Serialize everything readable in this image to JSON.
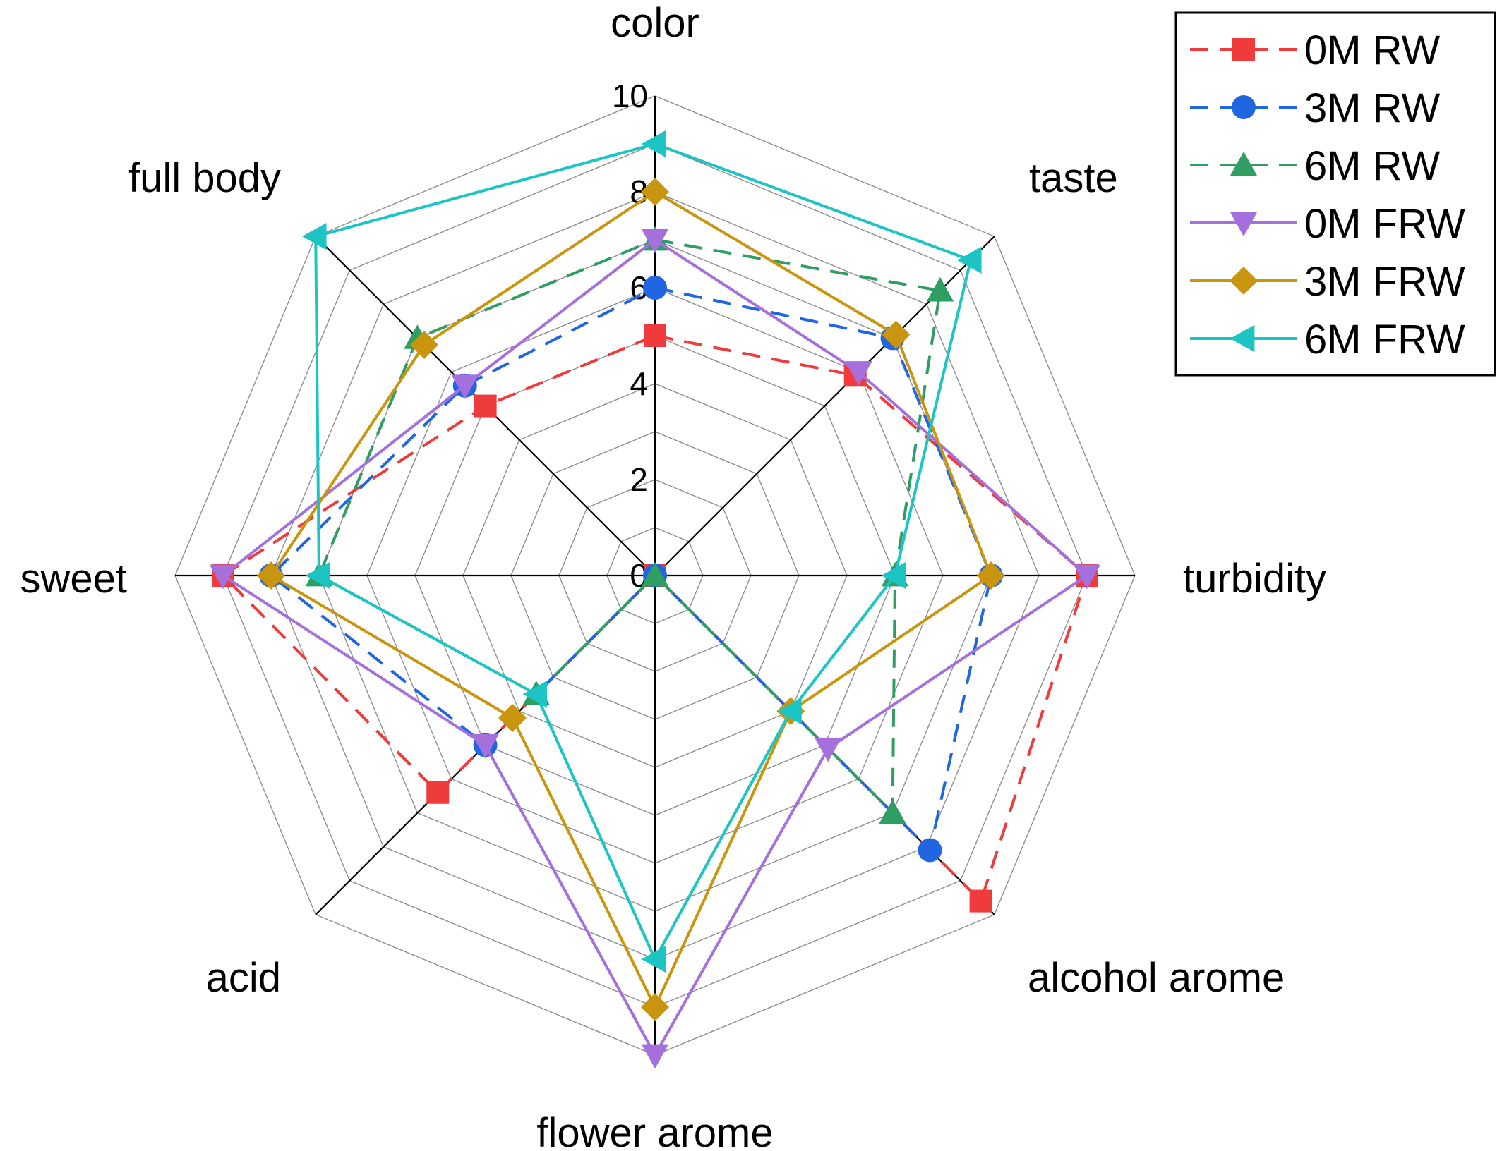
{
  "chart_data": {
    "type": "radar",
    "axes": [
      "color",
      "taste",
      "turbidity",
      "alcohol arome",
      "flower arome",
      "acid",
      "sweet",
      "full body"
    ],
    "rlim": [
      0,
      10
    ],
    "ticks": [
      0,
      2,
      4,
      6,
      8,
      10
    ],
    "grid": true,
    "legend_position": "top-right",
    "series": [
      {
        "name": "0M RW",
        "values": [
          5.0,
          5.9,
          9.0,
          9.6,
          0.0,
          6.4,
          9.0,
          5.0
        ],
        "color": "#ef3b3b",
        "dashed": true,
        "marker": "square"
      },
      {
        "name": "3M RW",
        "values": [
          6.0,
          7.0,
          7.0,
          8.1,
          0.0,
          5.0,
          8.0,
          5.6
        ],
        "color": "#1f66e0",
        "dashed": true,
        "marker": "circle"
      },
      {
        "name": "6M RW",
        "values": [
          7.0,
          8.4,
          5.0,
          7.0,
          0.0,
          3.5,
          7.0,
          7.0
        ],
        "color": "#2e9e63",
        "dashed": true,
        "marker": "triangle-up"
      },
      {
        "name": "0M FRW",
        "values": [
          7.0,
          6.0,
          9.0,
          5.1,
          10.0,
          5.0,
          9.0,
          5.6
        ],
        "color": "#a56fdc",
        "dashed": false,
        "marker": "triangle-down"
      },
      {
        "name": "3M FRW",
        "values": [
          8.0,
          7.1,
          7.0,
          4.0,
          9.0,
          4.2,
          8.0,
          6.8
        ],
        "color": "#c9950f",
        "dashed": false,
        "marker": "diamond"
      },
      {
        "name": "6M FRW",
        "values": [
          9.0,
          9.3,
          5.0,
          4.0,
          8.0,
          3.5,
          7.0,
          10.0
        ],
        "color": "#1dc4c4",
        "dashed": false,
        "marker": "triangle-left"
      }
    ]
  }
}
